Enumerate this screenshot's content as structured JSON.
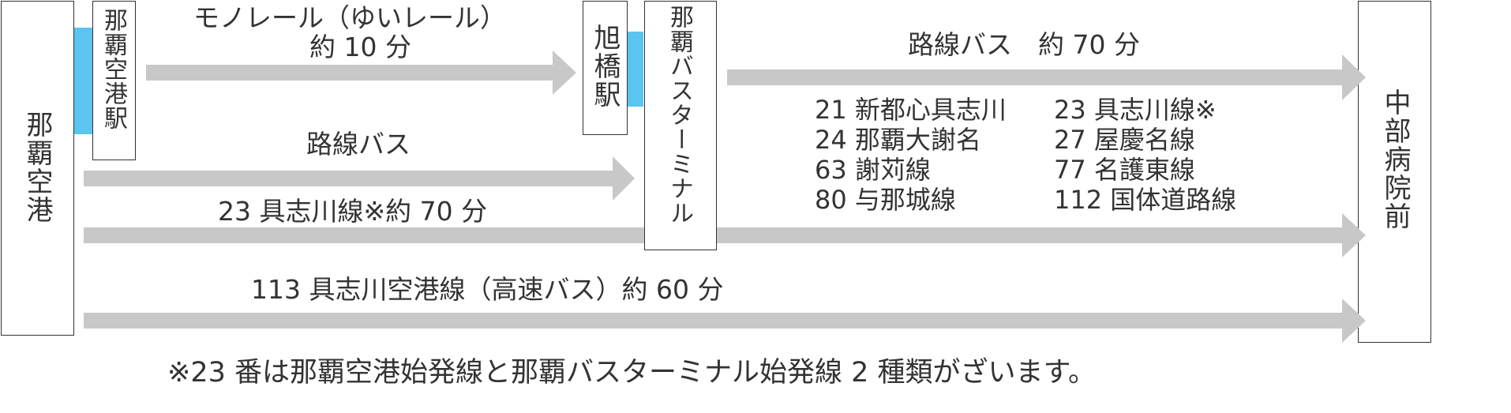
{
  "stations": {
    "naha_airport": "那覇空港",
    "naha_airport_station": "那覇空港駅",
    "asahibashi_station": "旭橋駅",
    "naha_bus_terminal": "那覇バスターミナル",
    "chubu_hospital": "中部病院前"
  },
  "labels": {
    "monorail_name": "モノレール（ゆいレール）",
    "monorail_time": "約 10 分",
    "route_bus_1": "路線バス",
    "route_bus_2": "路線バス　約 70 分",
    "route_23": "23 具志川線※約 70 分",
    "route_113": "113 具志川空港線（高速バス）約 60 分"
  },
  "routes_left": [
    "21 新都心具志川",
    "24 那覇大謝名",
    "63 謝苅線",
    "80 与那城線"
  ],
  "routes_right": [
    "23 具志川線※",
    "27 屋慶名線",
    "77 名護東線",
    "112 国体道路線"
  ],
  "footnote": "※23 番は那覇空港始発線と那覇バスターミナル始発線 2 種類がざいます。",
  "colors": {
    "arrow": "#c8c8c8",
    "platform": "#5bc4ef",
    "text": "#333333",
    "border": "#333333"
  }
}
